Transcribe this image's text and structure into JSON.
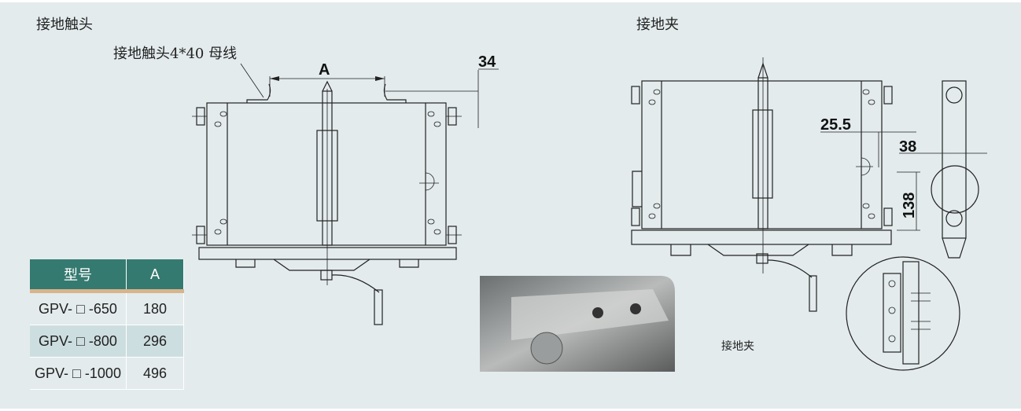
{
  "left_title": "接地触头",
  "right_title": "接地夹",
  "left_drawing": {
    "callout": "接地触头4*40 母线",
    "dim_a": "A",
    "dim_34": "34"
  },
  "right_drawing": {
    "dim_25_5": "25.5",
    "dim_38": "38",
    "dim_138": "138"
  },
  "photo_caption": "接地夹",
  "table": {
    "headers": [
      "型号",
      "A"
    ],
    "rows": [
      {
        "model": "GPV- □ -650",
        "a": "180"
      },
      {
        "model": "GPV- □ -800",
        "a": "296"
      },
      {
        "model": "GPV- □ -1000",
        "a": "496"
      }
    ]
  }
}
